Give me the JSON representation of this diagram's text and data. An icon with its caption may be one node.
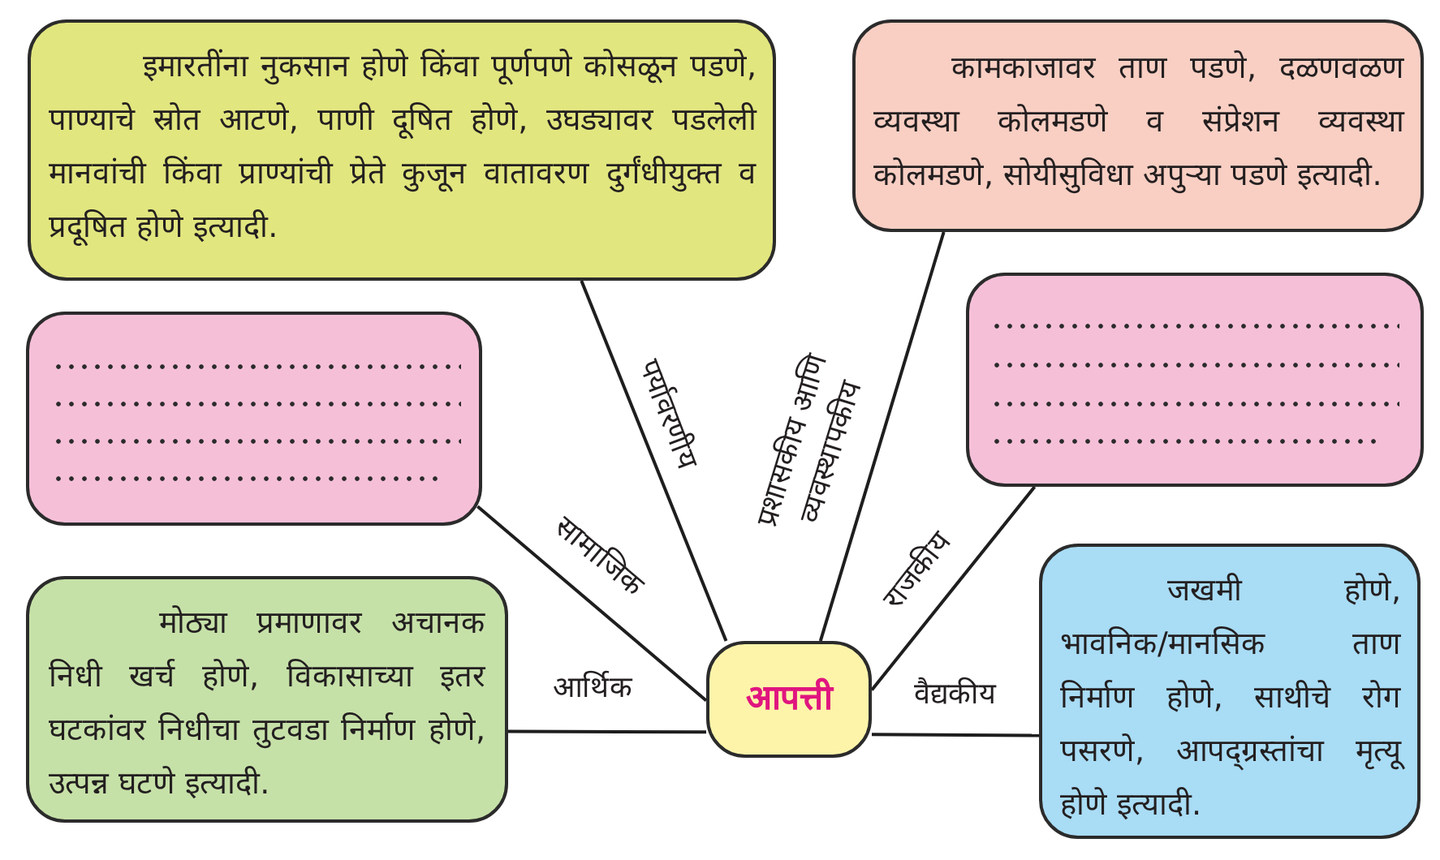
{
  "diagram": {
    "nodes": [
      {
        "text": [
          "इमारतींना नुकसान होणे किंवा पूर्णपणे कोसळून पडणे, पाण्याचे स्रोत आटणे, पाणी दूषित होणे, उघड्यावर पडलेली मानवांची किंवा प्राण्यांची प्रेते कुजून वातावरण दुर्गंधीयुक्त व प्रदूषित होणे इत्यादी."
        ]
      },
      {
        "text": [
          "कामकाजावर ताण पडणे, दळणवळण व्यवस्था कोलमडणे व संप्रेशन व्यवस्था कोलमडणे, सोयीसुविधा अपुऱ्या पडणे इत्यादी."
        ]
      },
      {
        "text": [],
        "shape": "box"
      },
      {
        "text": [],
        "shape": "box"
      },
      {
        "text": [
          "मोठ्या प्रमाणावर अचानक निधी खर्च होणे, विकासाच्या इतर घटकांवर निधीचा तुटवडा निर्माण होणे, उत्पन्न घटणे इत्यादी."
        ]
      },
      {
        "text": [
          "आपत्ती"
        ]
      },
      {
        "text": [
          "जखमी होणे, भावनिक/मानसिक ताण निर्माण होणे, साथीचे रोग पसरणे, आपद्ग्रस्तांचा मृत्यू होणे इत्यादी."
        ]
      }
    ],
    "edges": [
      {
        "from": 5,
        "to": 0,
        "arrow": "none",
        "label": "पर्यावरणीय"
      },
      {
        "from": 5,
        "to": 1,
        "arrow": "none",
        "label": "प्रशासकीय आणि व्यवस्थापकीय"
      },
      {
        "from": 5,
        "to": 2,
        "arrow": "none",
        "label": "सामाजिक"
      },
      {
        "from": 5,
        "to": 3,
        "arrow": "none",
        "label": "राजकीय"
      },
      {
        "from": 5,
        "to": 4,
        "arrow": "none",
        "label": "आर्थिक"
      },
      {
        "from": 5,
        "to": 6,
        "arrow": "none",
        "label": "वैद्यकीय"
      }
    ]
  }
}
